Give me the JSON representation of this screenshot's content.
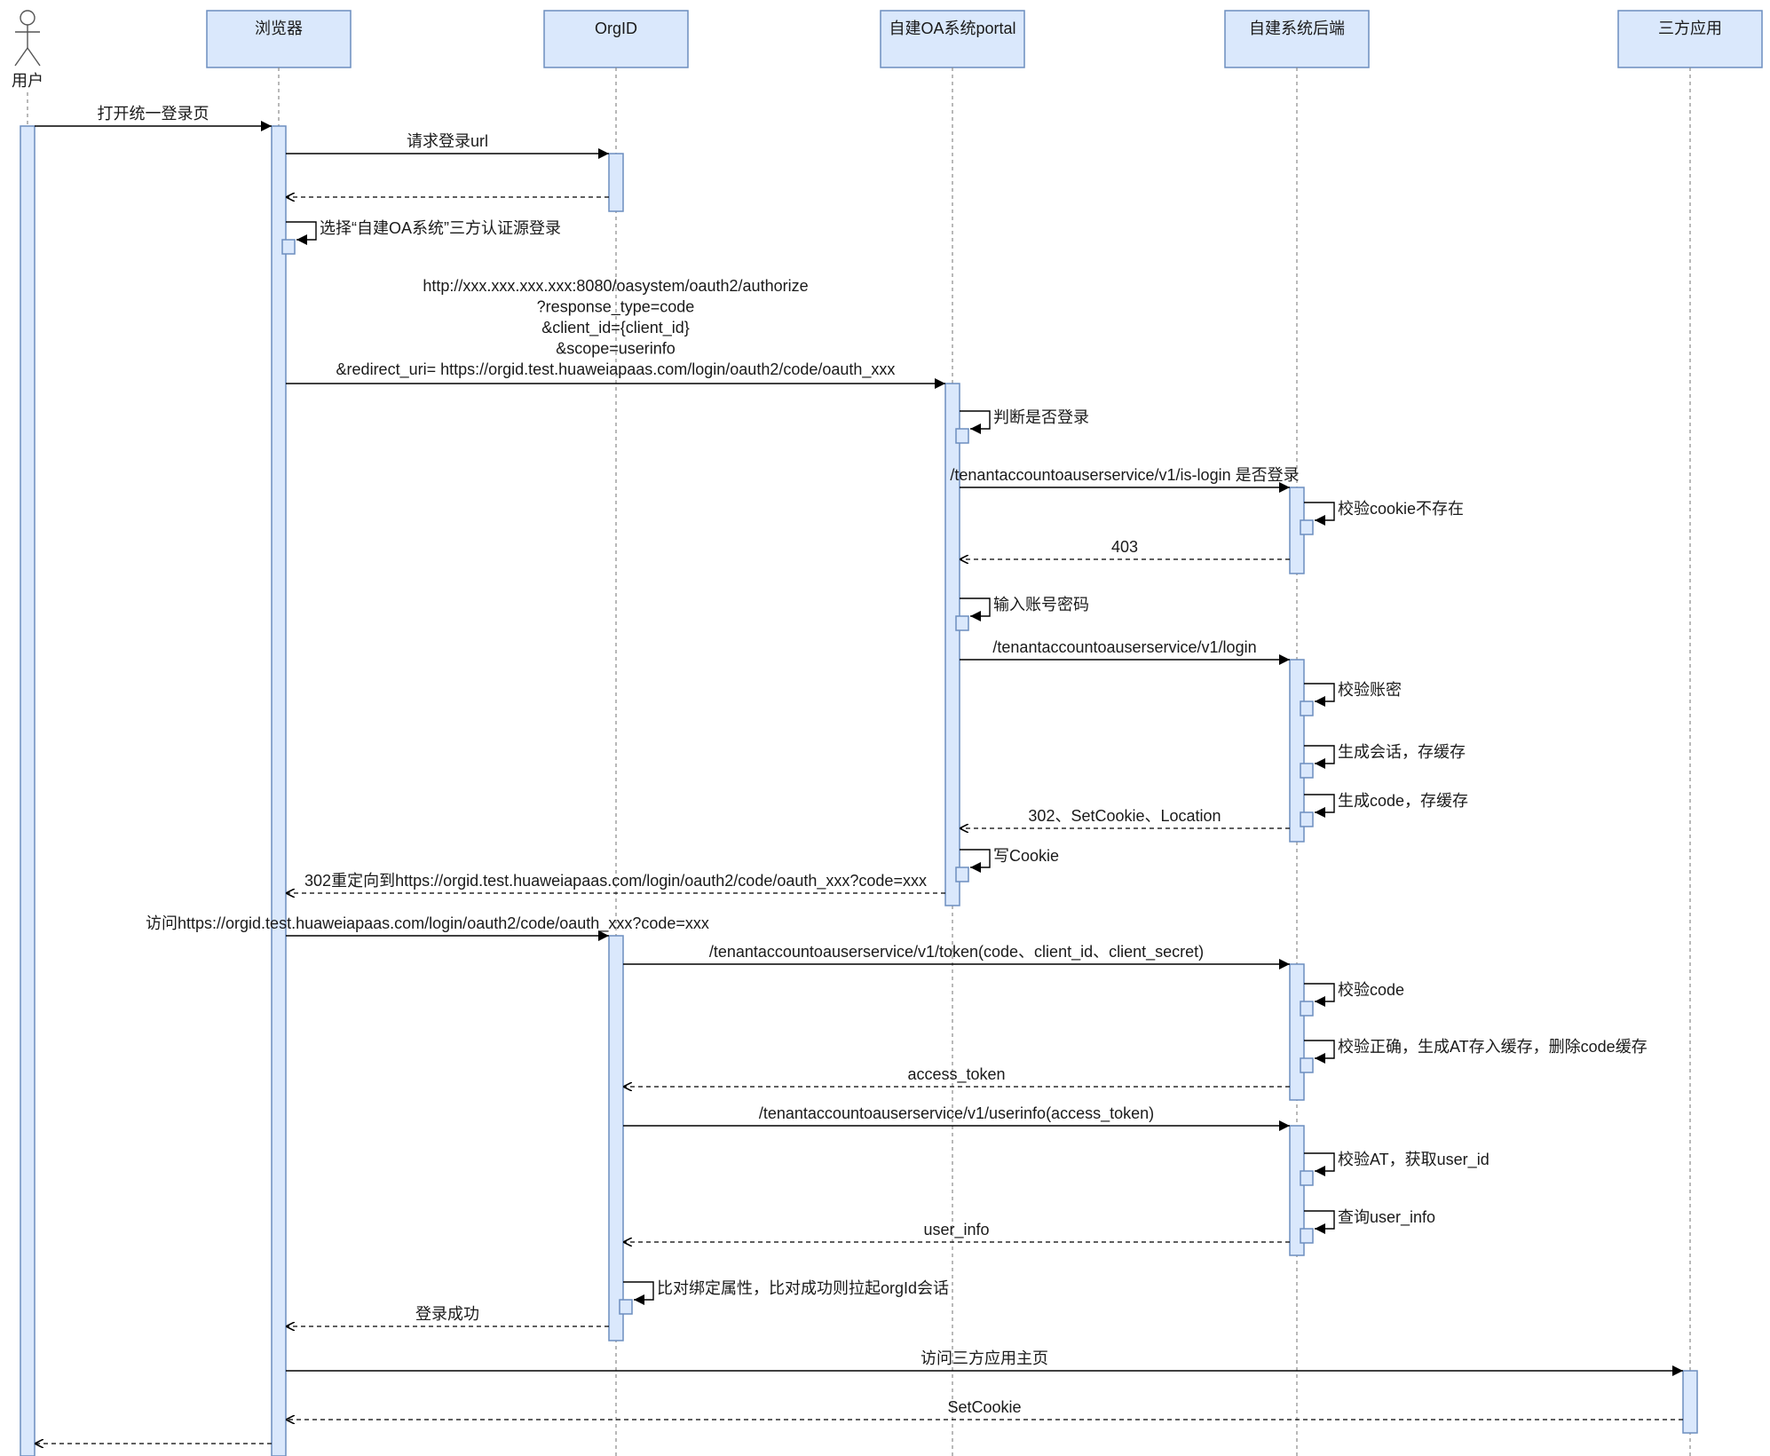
{
  "participants": [
    {
      "id": "user",
      "label": "用户",
      "type": "actor"
    },
    {
      "id": "browser",
      "label": "浏览器",
      "type": "box"
    },
    {
      "id": "orgid",
      "label": "OrgID",
      "type": "box"
    },
    {
      "id": "portal",
      "label": "自建OA系统portal",
      "type": "box"
    },
    {
      "id": "backend",
      "label": "自建系统后端",
      "type": "box"
    },
    {
      "id": "app",
      "label": "三方应用",
      "type": "box"
    }
  ],
  "messages": [
    {
      "id": "m1",
      "type": "sync",
      "from": "user",
      "to": "browser",
      "label": "打开统一登录页"
    },
    {
      "id": "m2",
      "type": "sync",
      "from": "browser",
      "to": "orgid",
      "label": "请求登录url"
    },
    {
      "id": "m3",
      "type": "return",
      "from": "orgid",
      "to": "browser",
      "label": ""
    },
    {
      "id": "m4",
      "type": "self",
      "on": "browser",
      "label": "选择“自建OA系统”三方认证源登录"
    },
    {
      "id": "m5",
      "type": "sync",
      "from": "browser",
      "to": "portal",
      "label_lines": [
        "http://xxx.xxx.xxx.xxx:8080/oasystem/oauth2/authorize",
        "?response_type=code",
        "&client_id={client_id}",
        "&scope=userinfo",
        "&redirect_uri= https://orgid.test.huaweiapaas.com/login/oauth2/code/oauth_xxx"
      ]
    },
    {
      "id": "m6",
      "type": "self",
      "on": "portal",
      "label": "判断是否登录"
    },
    {
      "id": "m7",
      "type": "sync",
      "from": "portal",
      "to": "backend",
      "label": "/tenantaccountoauserservice/v1/is-login 是否登录"
    },
    {
      "id": "m8",
      "type": "self",
      "on": "backend",
      "label": "校验cookie不存在"
    },
    {
      "id": "m9",
      "type": "return",
      "from": "backend",
      "to": "portal",
      "label": "403"
    },
    {
      "id": "m10",
      "type": "self",
      "on": "portal",
      "label": "输入账号密码"
    },
    {
      "id": "m11",
      "type": "sync",
      "from": "portal",
      "to": "backend",
      "label": "/tenantaccountoauserservice/v1/login"
    },
    {
      "id": "m12",
      "type": "self",
      "on": "backend",
      "label": "校验账密"
    },
    {
      "id": "m13",
      "type": "self",
      "on": "backend",
      "label": "生成会话，存缓存"
    },
    {
      "id": "m14",
      "type": "self",
      "on": "backend",
      "label": "生成code，存缓存"
    },
    {
      "id": "m15",
      "type": "return",
      "from": "backend",
      "to": "portal",
      "label": "302、SetCookie、Location"
    },
    {
      "id": "m16",
      "type": "self",
      "on": "portal",
      "label": "写Cookie"
    },
    {
      "id": "m17",
      "type": "return",
      "from": "portal",
      "to": "browser",
      "label": "302重定向到https://orgid.test.huaweiapaas.com/login/oauth2/code/oauth_xxx?code=xxx"
    },
    {
      "id": "m18",
      "type": "sync",
      "from": "browser",
      "to": "orgid",
      "label": "访问https://orgid.test.huaweiapaas.com/login/oauth2/code/oauth_xxx?code=xxx"
    },
    {
      "id": "m19",
      "type": "sync",
      "from": "orgid",
      "to": "backend",
      "label": "/tenantaccountoauserservice/v1/token(code、client_id、client_secret)"
    },
    {
      "id": "m20",
      "type": "self",
      "on": "backend",
      "label": "校验code"
    },
    {
      "id": "m21",
      "type": "self",
      "on": "backend",
      "label": "校验正确，生成AT存入缓存，删除code缓存"
    },
    {
      "id": "m22",
      "type": "return",
      "from": "backend",
      "to": "orgid",
      "label": "access_token"
    },
    {
      "id": "m23",
      "type": "sync",
      "from": "orgid",
      "to": "backend",
      "label": "/tenantaccountoauserservice/v1/userinfo(access_token)"
    },
    {
      "id": "m24",
      "type": "self",
      "on": "backend",
      "label": "校验AT，获取user_id"
    },
    {
      "id": "m25",
      "type": "self",
      "on": "backend",
      "label": "查询user_info"
    },
    {
      "id": "m26",
      "type": "return",
      "from": "backend",
      "to": "orgid",
      "label": "user_info"
    },
    {
      "id": "m27",
      "type": "self",
      "on": "orgid",
      "label": "比对绑定属性，比对成功则拉起orgId会话"
    },
    {
      "id": "m28",
      "type": "return",
      "from": "orgid",
      "to": "browser",
      "label": "登录成功"
    },
    {
      "id": "m29",
      "type": "sync",
      "from": "browser",
      "to": "app",
      "label": "访问三方应用主页"
    },
    {
      "id": "m30",
      "type": "return",
      "from": "app",
      "to": "browser",
      "label": "SetCookie"
    },
    {
      "id": "m31",
      "type": "return",
      "from": "browser",
      "to": "user",
      "label": ""
    }
  ]
}
